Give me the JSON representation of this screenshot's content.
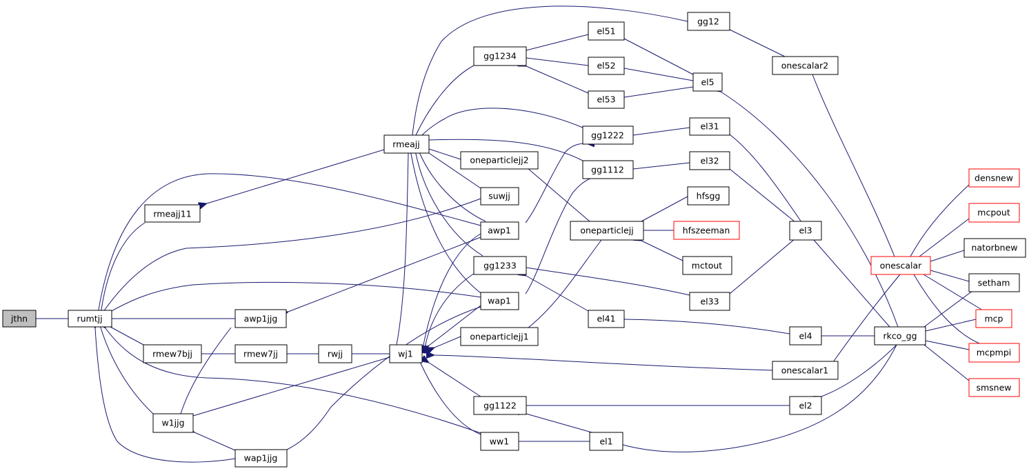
{
  "colors": {
    "edge": "#191970",
    "node_border": "#000000",
    "truncated_border": "#ff0000",
    "root_fill": "#bfbfbf"
  },
  "nodes": {
    "jthn": "jthn",
    "rumtjj": "rumtjj",
    "rmeajj11": "rmeajj11",
    "rmeajj": "rmeajj",
    "awp1jjg": "awp1jjg",
    "rmew7bjj": "rmew7bjj",
    "rmew7jj": "rmew7jj",
    "rwjj": "rwjj",
    "w1jjg": "w1jjg",
    "wap1jjg": "wap1jjg",
    "wj1": "wj1",
    "gg1234": "gg1234",
    "oneparticlejj2": "oneparticlejj2",
    "suwjj": "suwjj",
    "awp1": "awp1",
    "gg1233": "gg1233",
    "wap1": "wap1",
    "oneparticlejj1": "oneparticlejj1",
    "gg1122": "gg1122",
    "ww1": "ww1",
    "el51": "el51",
    "el52": "el52",
    "el53": "el53",
    "gg1222": "gg1222",
    "gg1112": "gg1112",
    "oneparticlejj": "oneparticlejj",
    "el41": "el41",
    "el1": "el1",
    "gg12": "gg12",
    "el5": "el5",
    "el31": "el31",
    "el32": "el32",
    "hfsgg": "hfsgg",
    "hfszeeman": "hfszeeman",
    "mctout": "mctout",
    "el33": "el33",
    "el3": "el3",
    "el4": "el4",
    "el2": "el2",
    "onescalar2": "onescalar2",
    "onescalar1": "onescalar1",
    "onescalar": "onescalar",
    "rkco_gg": "rkco_gg",
    "densnew": "densnew",
    "mcpout": "mcpout",
    "natorbnew": "natorbnew",
    "setham": "setham",
    "mcp": "mcp",
    "mcpmpi": "mcpmpi",
    "smsnew": "smsnew"
  }
}
